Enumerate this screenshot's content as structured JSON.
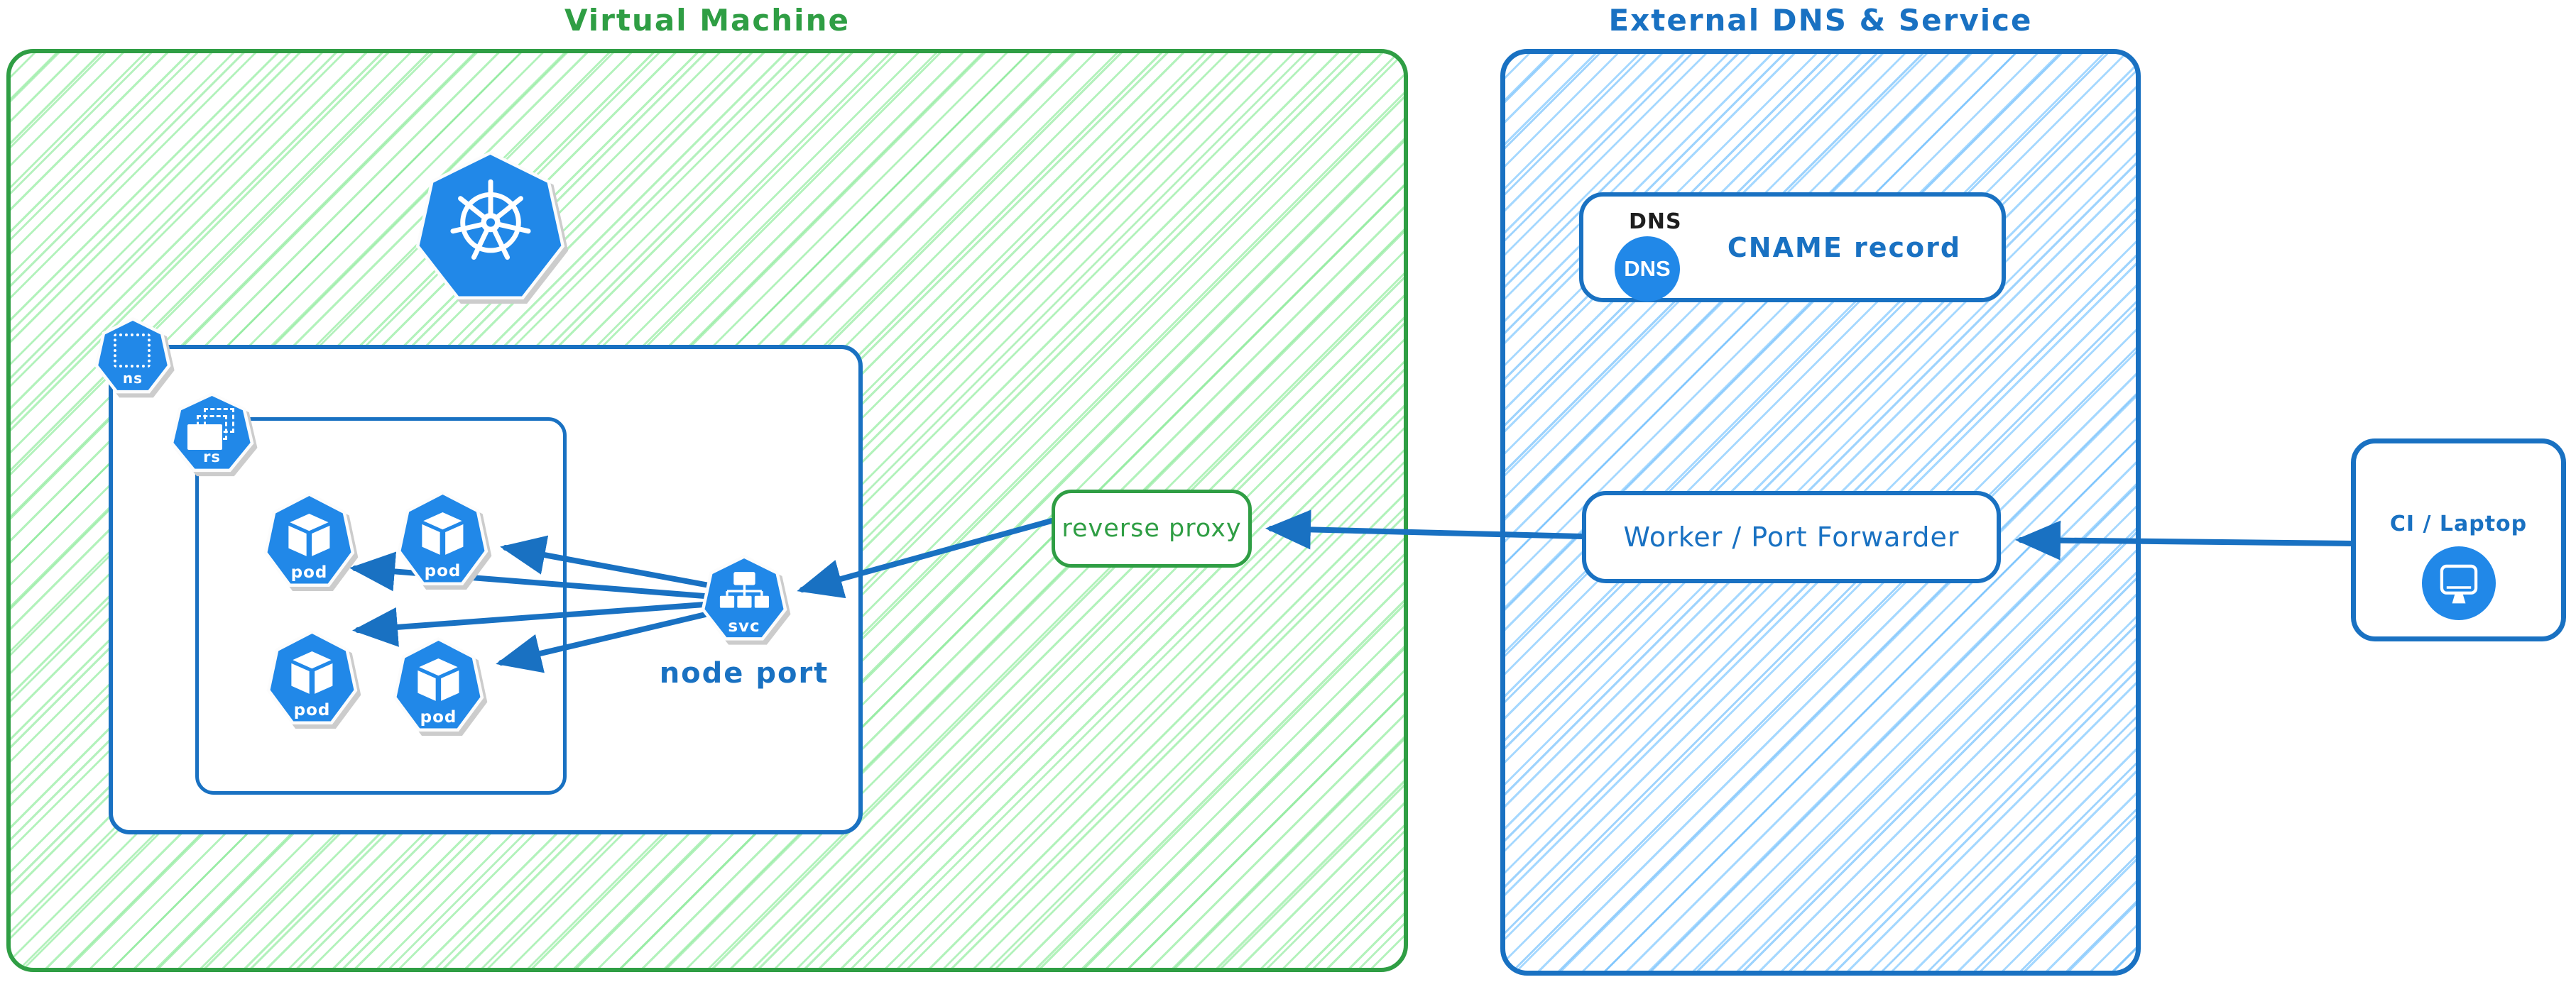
{
  "regions": {
    "vm": {
      "title": "Virtual Machine"
    },
    "external": {
      "title": "External DNS & Service"
    }
  },
  "kubernetes": {
    "namespace_icon_label": "ns",
    "replicaset_icon_label": "rs",
    "pods": [
      {
        "label": "pod"
      },
      {
        "label": "pod"
      },
      {
        "label": "pod"
      },
      {
        "label": "pod"
      }
    ],
    "service": {
      "icon_label": "svc",
      "caption": "node port"
    }
  },
  "nodes": {
    "reverse_proxy": {
      "label": "reverse proxy"
    },
    "dns": {
      "heading": "DNS",
      "badge": "DNS",
      "label": "CNAME record"
    },
    "worker": {
      "label": "Worker / Port Forwarder"
    },
    "ci": {
      "label": "CI / Laptop"
    }
  },
  "icons": {
    "kubernetes_logo": "heptagon-ship-wheel",
    "pod": "heptagon-cube",
    "service": "heptagon-tree",
    "namespace": "heptagon-dotted-square",
    "replicaset": "heptagon-stacked-rects",
    "dns_badge": "blue-circle-DNS",
    "ci_device": "monitor-icon"
  },
  "colors": {
    "green": "#2f9e44",
    "hatch_green": "#b2f2bb",
    "blue": "#1971c2",
    "hatch_blue": "#a5d8ff",
    "icon_blue": "#2188e8",
    "shadow": "#cccccc",
    "ink": "#1e1e1e"
  }
}
